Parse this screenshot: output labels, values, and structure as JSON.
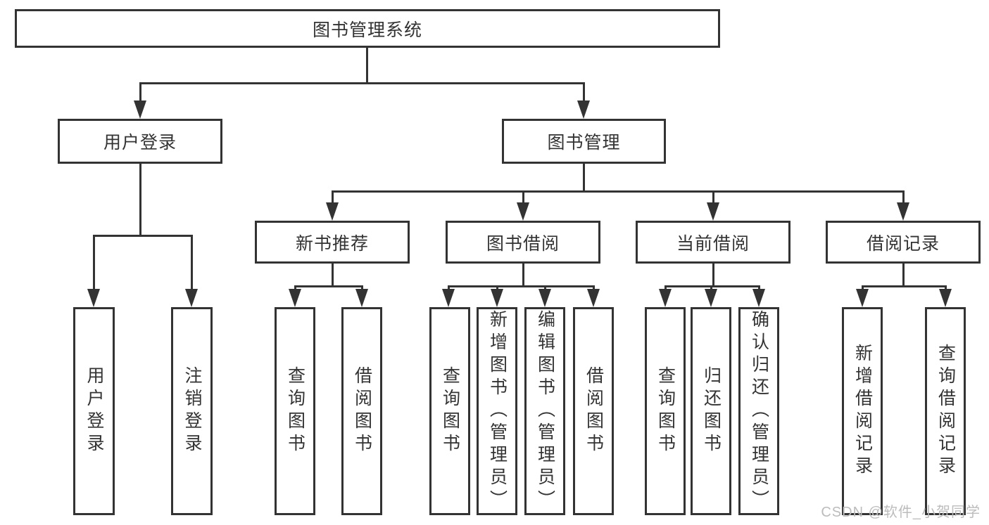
{
  "tree": {
    "root": {
      "label": "图书管理系统"
    },
    "branches": [
      {
        "label": "用户登录",
        "children": [
          {
            "label": "用户登录"
          },
          {
            "label": "注销登录"
          }
        ]
      },
      {
        "label": "图书管理",
        "sections": [
          {
            "label": "新书推荐",
            "children": [
              {
                "label": "查询图书"
              },
              {
                "label": "借阅图书"
              }
            ]
          },
          {
            "label": "图书借阅",
            "children": [
              {
                "label": "查询图书"
              },
              {
                "label": "新增图书（管理员）"
              },
              {
                "label": "编辑图书（管理员）"
              },
              {
                "label": "借阅图书"
              }
            ]
          },
          {
            "label": "当前借阅",
            "children": [
              {
                "label": "查询图书"
              },
              {
                "label": "归还图书"
              },
              {
                "label": "确认归还（管理员）"
              }
            ]
          },
          {
            "label": "借阅记录",
            "children": [
              {
                "label": "新增借阅记录"
              },
              {
                "label": "查询借阅记录"
              }
            ]
          }
        ]
      }
    ]
  },
  "watermark": {
    "text": "CSDN @软件_小贺同学"
  },
  "colors": {
    "line": "#333333",
    "text": "#333333",
    "box_background": "#ffffff",
    "watermark": "#bcbcbc"
  }
}
